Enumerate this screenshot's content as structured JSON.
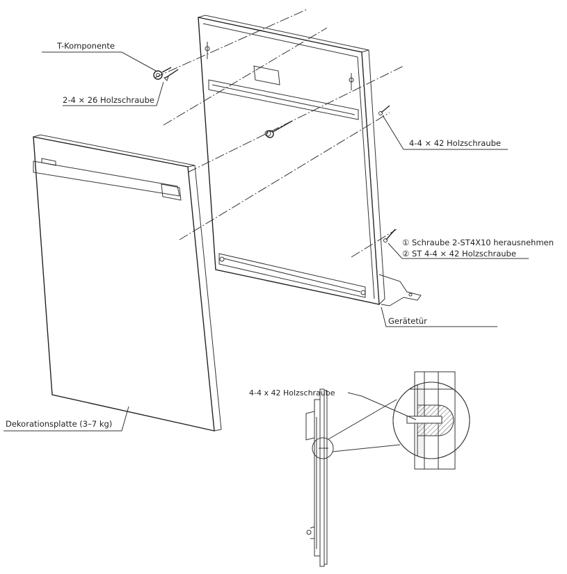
{
  "labels": {
    "t_component": "T-Komponente",
    "screw_2_4x26": "2-4 × 26 Holzschraube",
    "screw_4_4x42_top": "4-4 × 42 Holzschraube",
    "step1": "① Schraube 2-ST4X10 herausnehmen",
    "step2": "② ST 4-4 × 42 Holzschraube",
    "appliance_door": "Gerätetür",
    "decor_panel": "Dekorationsplatte (3–7 kg)",
    "screw_4_4x42_detail": "4-4 x 42 Holzschraube"
  },
  "colors": {
    "line": "#222222",
    "background": "#ffffff",
    "section_fill": "#e9e9e9"
  }
}
